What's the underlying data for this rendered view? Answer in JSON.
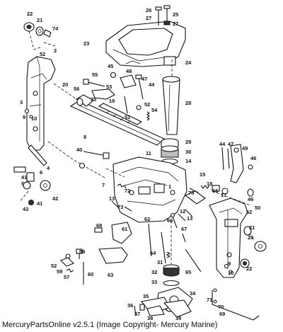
{
  "footer": {
    "caption": "MercuryPartsOnline v2.5.1 (Image Copyright- Mercury Marine)"
  },
  "callouts": [
    {
      "id": "c22a",
      "text": "22"
    },
    {
      "id": "c21a",
      "text": "21"
    },
    {
      "id": "c74",
      "text": "74"
    },
    {
      "id": "c2",
      "text": "2"
    },
    {
      "id": "c52a",
      "text": "52"
    },
    {
      "id": "c26",
      "text": "26"
    },
    {
      "id": "c27a",
      "text": "27"
    },
    {
      "id": "c25",
      "text": "25"
    },
    {
      "id": "c27b",
      "text": "27"
    },
    {
      "id": "c23",
      "text": "23"
    },
    {
      "id": "c24",
      "text": "24"
    },
    {
      "id": "c45",
      "text": "45"
    },
    {
      "id": "c48",
      "text": "48"
    },
    {
      "id": "c47a",
      "text": "47"
    },
    {
      "id": "c44a",
      "text": "44"
    },
    {
      "id": "c55",
      "text": "55"
    },
    {
      "id": "c53",
      "text": "53"
    },
    {
      "id": "c20a",
      "text": "20"
    },
    {
      "id": "c56",
      "text": "56"
    },
    {
      "id": "c75a",
      "text": "75"
    },
    {
      "id": "c19",
      "text": "19"
    },
    {
      "id": "c28",
      "text": "28"
    },
    {
      "id": "c52b",
      "text": "52"
    },
    {
      "id": "c54",
      "text": "54"
    },
    {
      "id": "c51",
      "text": "51"
    },
    {
      "id": "c3",
      "text": "3"
    },
    {
      "id": "c9a",
      "text": "9"
    },
    {
      "id": "c10a",
      "text": "10"
    },
    {
      "id": "c8",
      "text": "8"
    },
    {
      "id": "c40",
      "text": "40"
    },
    {
      "id": "c29",
      "text": "29"
    },
    {
      "id": "c30",
      "text": "30"
    },
    {
      "id": "c14",
      "text": "14"
    },
    {
      "id": "c11",
      "text": "11"
    },
    {
      "id": "c44b",
      "text": "44"
    },
    {
      "id": "c47b",
      "text": "47"
    },
    {
      "id": "c49",
      "text": "49"
    },
    {
      "id": "c46a",
      "text": "46"
    },
    {
      "id": "c4",
      "text": "4"
    },
    {
      "id": "c6",
      "text": "6"
    },
    {
      "id": "c41a",
      "text": "41"
    },
    {
      "id": "c5",
      "text": "5"
    },
    {
      "id": "c42",
      "text": "42"
    },
    {
      "id": "c41b",
      "text": "41"
    },
    {
      "id": "c43",
      "text": "43"
    },
    {
      "id": "c7",
      "text": "7"
    },
    {
      "id": "c72",
      "text": "72"
    },
    {
      "id": "c13a",
      "text": "13"
    },
    {
      "id": "c73",
      "text": "73"
    },
    {
      "id": "c1",
      "text": "1"
    },
    {
      "id": "c15",
      "text": "15"
    },
    {
      "id": "c18",
      "text": "18"
    },
    {
      "id": "c16",
      "text": "16"
    },
    {
      "id": "c17",
      "text": "17"
    },
    {
      "id": "c75b",
      "text": "75"
    },
    {
      "id": "c46b",
      "text": "46"
    },
    {
      "id": "c50",
      "text": "50"
    },
    {
      "id": "c12",
      "text": "12"
    },
    {
      "id": "c13b",
      "text": "13"
    },
    {
      "id": "c52c",
      "text": "52"
    },
    {
      "id": "c68",
      "text": "68"
    },
    {
      "id": "c62",
      "text": "62"
    },
    {
      "id": "c61",
      "text": "61"
    },
    {
      "id": "c66",
      "text": "66"
    },
    {
      "id": "c67",
      "text": "67"
    },
    {
      "id": "c21b",
      "text": "21"
    },
    {
      "id": "c20b",
      "text": "20"
    },
    {
      "id": "c64",
      "text": "64"
    },
    {
      "id": "c31",
      "text": "31"
    },
    {
      "id": "c58",
      "text": "58"
    },
    {
      "id": "c52d",
      "text": "52"
    },
    {
      "id": "c59",
      "text": "59"
    },
    {
      "id": "c57",
      "text": "57"
    },
    {
      "id": "c60",
      "text": "60"
    },
    {
      "id": "c63",
      "text": "63"
    },
    {
      "id": "c32",
      "text": "32"
    },
    {
      "id": "c65",
      "text": "65"
    },
    {
      "id": "c33",
      "text": "33"
    },
    {
      "id": "c34",
      "text": "34"
    },
    {
      "id": "c9b",
      "text": "9"
    },
    {
      "id": "c10b",
      "text": "10"
    },
    {
      "id": "c22b",
      "text": "22"
    },
    {
      "id": "c35",
      "text": "35"
    },
    {
      "id": "c36",
      "text": "36"
    },
    {
      "id": "c37",
      "text": "37"
    },
    {
      "id": "c38",
      "text": "38"
    },
    {
      "id": "c39",
      "text": "39"
    },
    {
      "id": "c71",
      "text": "71"
    },
    {
      "id": "c70",
      "text": "70"
    },
    {
      "id": "c69",
      "text": "69"
    }
  ]
}
